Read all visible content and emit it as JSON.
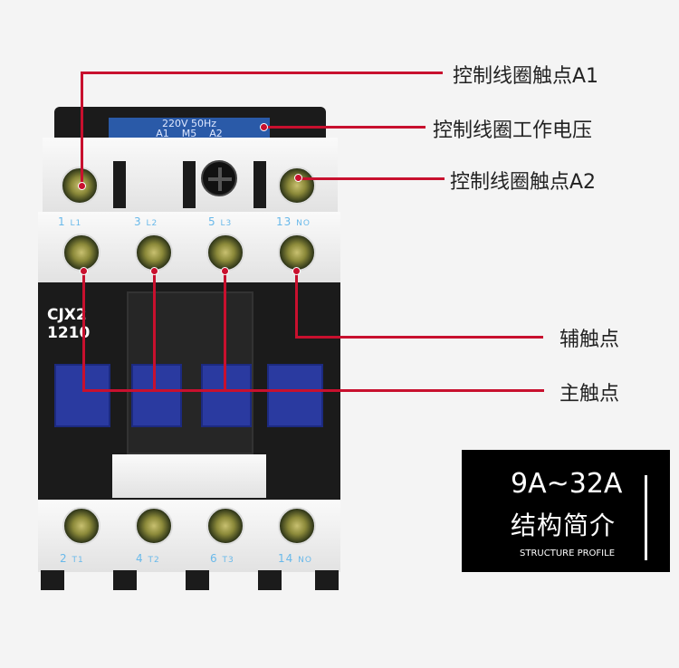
{
  "device": {
    "voltage_label": "220V 50Hz",
    "coil_terminals": "A1    M5    A2",
    "model_line1": "CJX2",
    "model_line2": "1210",
    "top_terminals": [
      {
        "num": "1",
        "sub": "L1"
      },
      {
        "num": "3",
        "sub": "L2"
      },
      {
        "num": "5",
        "sub": "L3"
      },
      {
        "num": "13",
        "sub": "NO"
      }
    ],
    "bottom_terminals": [
      {
        "num": "2",
        "sub": "T1"
      },
      {
        "num": "4",
        "sub": "T2"
      },
      {
        "num": "6",
        "sub": "T3"
      },
      {
        "num": "14",
        "sub": "NO"
      }
    ]
  },
  "callouts": {
    "coil_a1": "控制线圈触点A1",
    "coil_voltage": "控制线圈工作电压",
    "coil_a2": "控制线圈触点A2",
    "aux_contact": "辅触点",
    "main_contact": "主触点"
  },
  "info_box": {
    "range": "9A~32A",
    "title": "结构简介",
    "subtitle": "STRUCTURE PROFILE"
  },
  "colors": {
    "accent": "#c8102e",
    "label_blue": "#2a5aa8"
  }
}
